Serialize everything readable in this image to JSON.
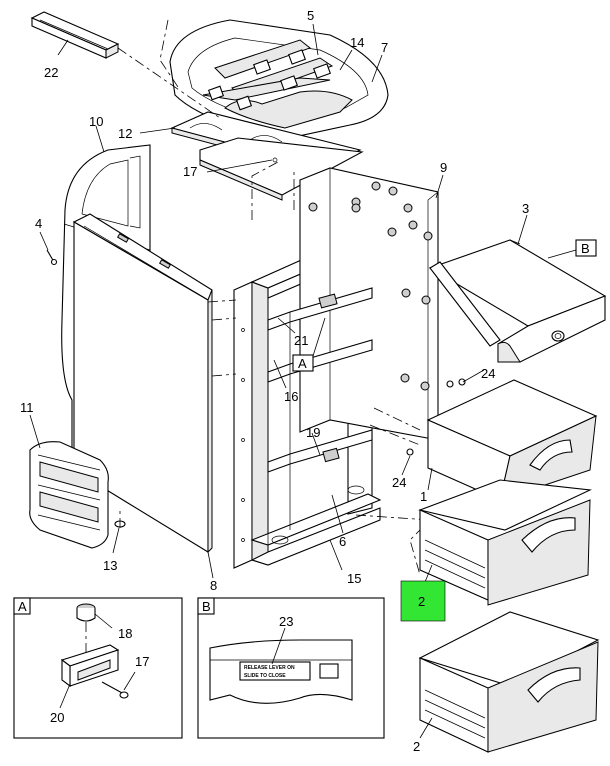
{
  "callouts": {
    "c22": "22",
    "c5": "5",
    "c14": "14",
    "c7": "7",
    "c12": "12",
    "c10": "10",
    "c17": "17",
    "c9": "9",
    "c3": "3",
    "c4": "4",
    "c21": "21",
    "c16": "16",
    "c24a": "24",
    "c11": "11",
    "c19": "19",
    "c24b": "24",
    "c1": "1",
    "c6": "6",
    "c13": "13",
    "c8": "8",
    "c15": "15",
    "c2a": "2",
    "c18": "18",
    "c17b": "17",
    "c20": "20",
    "c23": "23",
    "c2b": "2"
  },
  "view_refs": {
    "ref_A": "A",
    "ref_B": "B"
  },
  "detail_A": {
    "label": "A"
  },
  "detail_B": {
    "label": "B",
    "placard_line1": "RELEASE LEVER ON",
    "placard_line2": "SLIDE TO CLOSE"
  },
  "colors": {
    "highlight": "#33e633",
    "line": "#000000",
    "background": "#ffffff"
  }
}
